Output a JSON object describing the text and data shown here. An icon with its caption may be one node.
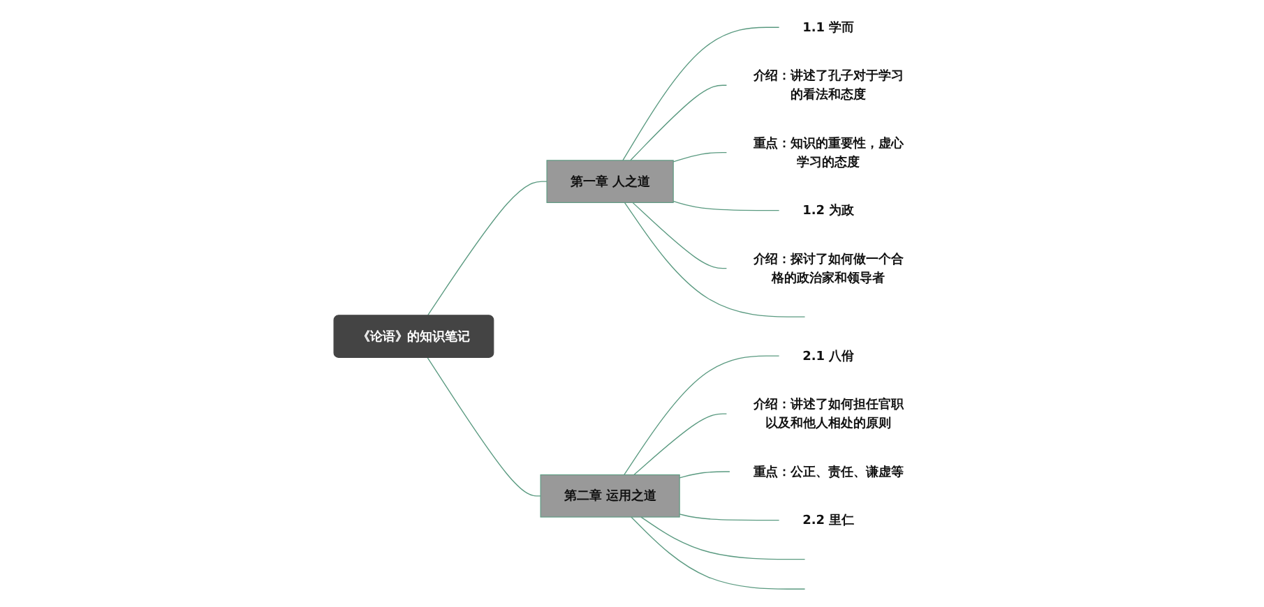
{
  "diagram": {
    "nodes": [
      {
        "text": [
          "《论语》的知识笔记"
        ]
      },
      {
        "text": [
          "第一章 人之道"
        ]
      },
      {
        "text": [
          "1.1 学而"
        ]
      },
      {
        "text": [
          "介绍：讲述了孔子对于学习的看法和态度"
        ]
      },
      {
        "text": [
          "重点：知识的重要性，虚心学习的态度"
        ]
      },
      {
        "text": [
          "1.2 为政"
        ]
      },
      {
        "text": [
          "介绍：探讨了如何做一个合格的政治家和领导者"
        ]
      },
      {
        "text": [
          "第二章 运用之道"
        ]
      },
      {
        "text": [
          "2.1 八佾"
        ]
      },
      {
        "text": [
          "介绍：讲述了如何担任官职以及和他人相处的原则"
        ]
      },
      {
        "text": [
          "重点：公正、责任、谦虚等"
        ]
      },
      {
        "text": [
          "2.2 里仁"
        ]
      }
    ],
    "edges": [
      {
        "from": 0,
        "to": 1,
        "arrow": "none"
      },
      {
        "from": 0,
        "to": 7,
        "arrow": "none"
      },
      {
        "from": 1,
        "to": 2,
        "arrow": "none"
      },
      {
        "from": 1,
        "to": 3,
        "arrow": "none"
      },
      {
        "from": 1,
        "to": 4,
        "arrow": "none"
      },
      {
        "from": 1,
        "to": 5,
        "arrow": "none"
      },
      {
        "from": 1,
        "to": 6,
        "arrow": "none"
      },
      {
        "from": 1,
        "to": null,
        "arrow": "none"
      },
      {
        "from": 7,
        "to": 8,
        "arrow": "none"
      },
      {
        "from": 7,
        "to": 9,
        "arrow": "none"
      },
      {
        "from": 7,
        "to": 10,
        "arrow": "none"
      },
      {
        "from": 7,
        "to": 11,
        "arrow": "none"
      },
      {
        "from": 7,
        "to": null,
        "arrow": "none"
      },
      {
        "from": 7,
        "to": null,
        "arrow": "none"
      }
    ]
  }
}
